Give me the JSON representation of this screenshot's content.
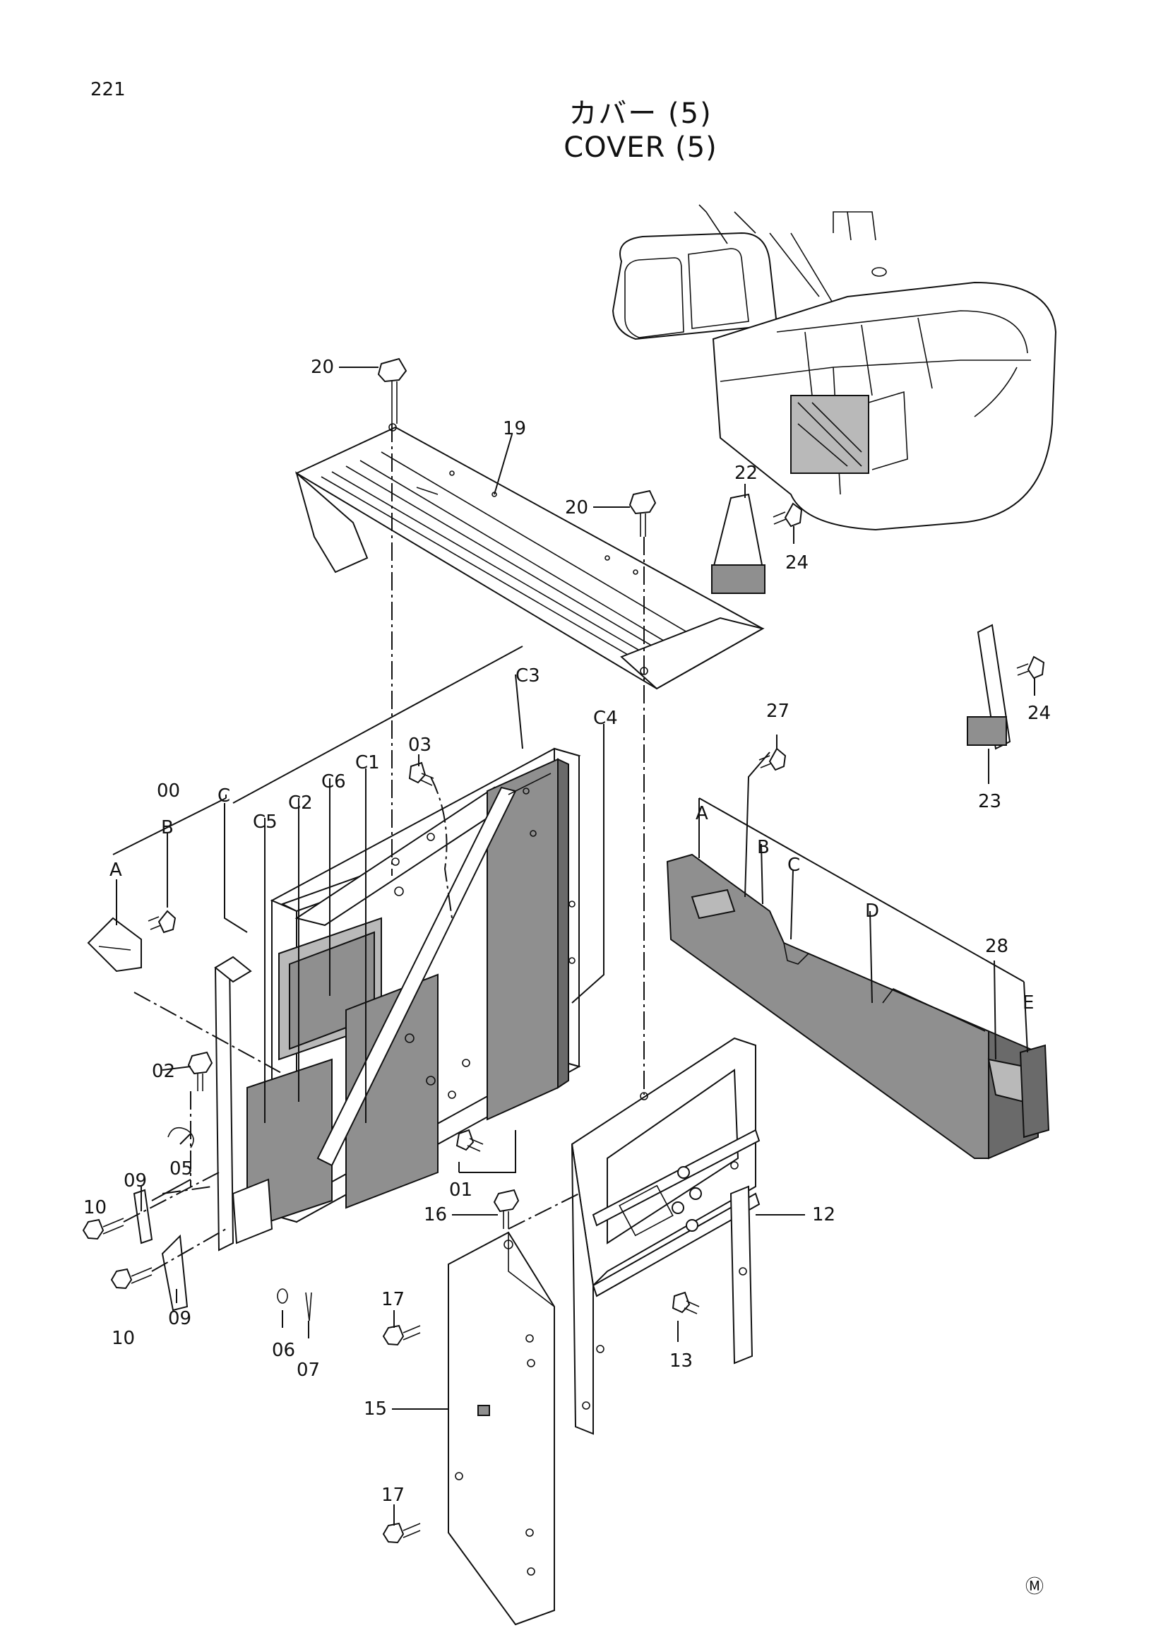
{
  "page": {
    "number": "221",
    "title_jp": "カバー (5)",
    "title_en": "COVER (5)",
    "mark": "Ⓜ"
  },
  "labels": {
    "p00": "00",
    "pA1": "A",
    "pB1": "B",
    "pC1": "C",
    "pC5": "C5",
    "pC2": "C2",
    "pC6": "C6",
    "pC1n": "C1",
    "pC3": "C3",
    "pC4": "C4",
    "p03": "03",
    "p02": "02",
    "p05": "05",
    "p01": "01",
    "p09a": "09",
    "p09b": "09",
    "p10a": "10",
    "p10b": "10",
    "p06": "06",
    "p07": "07",
    "p20a": "20",
    "p20b": "20",
    "p19": "19",
    "p22": "22",
    "p24a": "24",
    "p24b": "24",
    "p23": "23",
    "p27": "27",
    "pA2": "A",
    "pB2": "B",
    "pC2b": "C",
    "pD": "D",
    "p28": "28",
    "pE": "E",
    "p12": "12",
    "p13": "13",
    "p15": "15",
    "p16": "16",
    "p17a": "17",
    "p17b": "17"
  }
}
